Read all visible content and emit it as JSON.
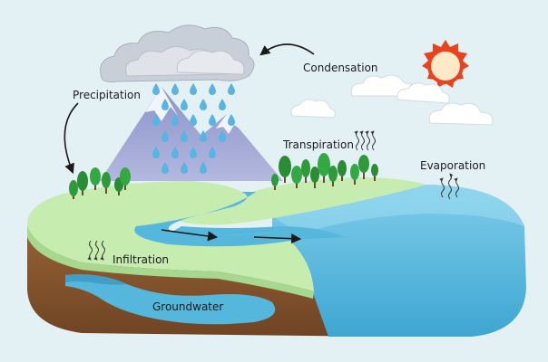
{
  "labels": {
    "condensation": "Condensation",
    "precipitation": "Precipitation",
    "transpiration": "Transpiration",
    "evaporation": "Evaporation",
    "infiltration": "Infiltration",
    "groundwater": "Groundwater"
  },
  "colors": {
    "background": "#e3f1f4",
    "sun": "#e8431e",
    "sun_core": "#ffe9c8",
    "water": "#55b7dc",
    "grass": "#c6ecb0",
    "soil": "#8a5630",
    "mountain": "#9ea5d2",
    "cloud": "#d8dde4",
    "tree": "#2e9a3a",
    "raindrop": "#58b4e2",
    "arrow": "#1a1a1a"
  },
  "icons": [
    "sun-icon",
    "cloud-icon",
    "raindrop-icon",
    "tree-icon",
    "wavy-arrows-icon",
    "cycle-arrow-icon",
    "flow-arrow-icon"
  ]
}
